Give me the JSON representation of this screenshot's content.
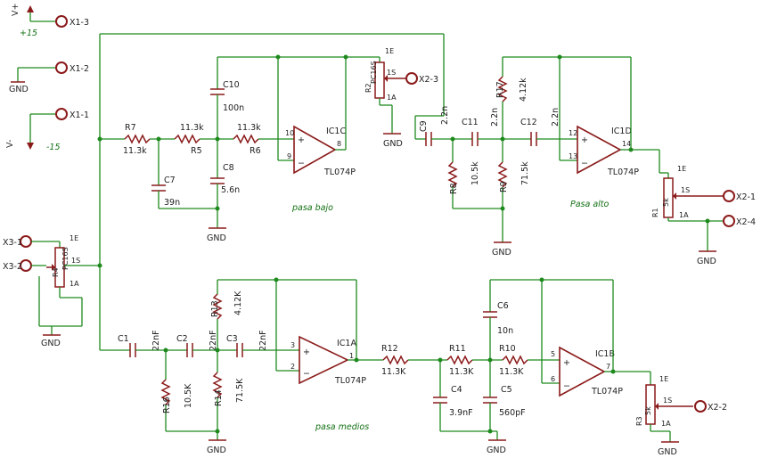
{
  "power": {
    "pos_label": "V+",
    "pos_value": "+15",
    "neg_label": "V-",
    "neg_value": "-15",
    "conn_x13": "X1-3",
    "conn_x12": "X1-2",
    "conn_x11": "X1-1",
    "gnd": "GND"
  },
  "input": {
    "conn1": "X3-1",
    "conn2": "X3-2",
    "pot_name": "R4",
    "pot_type": "PC16S",
    "pin_1e": "1E",
    "pin_1s": "1S",
    "pin_1a": "1A",
    "gnd": "GND"
  },
  "low_pass": {
    "section_label": "pasa bajo",
    "r7_name": "R7",
    "r7_value": "11.3k",
    "r5_name": "R5",
    "r5_value": "11.3k",
    "r6_name": "R6",
    "r6_value": "11.3k",
    "c7_name": "C7",
    "c7_value": "39n",
    "c8_name": "C8",
    "c8_value": "5.6n",
    "c10_name": "C10",
    "c10_value": "100n",
    "ic_name": "IC1C",
    "ic_type": "TL074P",
    "pin_in_neg": "9",
    "pin_in_pos": "10",
    "pin_out": "8",
    "gnd": "GND",
    "pot_name": "R2",
    "pot_type": "PC16S",
    "pot_1e": "1E",
    "pot_1s": "1S",
    "pot_1a": "1A",
    "conn": "X2-3",
    "pot_gnd": "GND"
  },
  "high_pass": {
    "section_label": "Pasa alto",
    "c9_name": "C9",
    "c9_value": "2.2n",
    "c11_name": "C11",
    "c11_value": "2.2n",
    "c12_name": "C12",
    "c12_value": "2.2n",
    "r17_name": "R17",
    "r17_value": "4.12k",
    "r8_name": "R8",
    "r8_value": "10.5k",
    "r9_name": "R9",
    "r9_value": "71.5k",
    "ic_name": "IC1D",
    "ic_type": "TL074P",
    "pin_in_pos": "12",
    "pin_in_neg": "13",
    "pin_out": "14",
    "gnd": "GND",
    "pot_name": "R1",
    "pot_value": "5k",
    "pot_1e": "1E",
    "pot_1s": "1S",
    "pot_1a": "1A",
    "conn1": "X2-1",
    "conn2": "X2-4",
    "pot_gnd": "GND"
  },
  "band_pass": {
    "section_label": "pasa medios",
    "c1_name": "C1",
    "c1_value": "22nF",
    "c2_name": "C2",
    "c2_value": "22nF",
    "c3_name": "C3",
    "c3_value": "22nF",
    "r13_name": "R13",
    "r13_value": "4.12K",
    "r16_name": "R16",
    "r16_value": "10.5K",
    "r14_name": "R14",
    "r14_value": "71.5K",
    "ic_a_name": "IC1A",
    "ic_a_type": "TL074P",
    "ic_a_pin_pos": "3",
    "ic_a_pin_neg": "2",
    "ic_a_pin_out": "1",
    "gnd1": "GND",
    "r12_name": "R12",
    "r12_value": "11.3K",
    "r11_name": "R11",
    "r11_value": "11.3K",
    "r10_name": "R10",
    "r10_value": "11.3K",
    "c4_name": "C4",
    "c4_value": "3.9nF",
    "c5_name": "C5",
    "c5_value": "560pF",
    "c6_name": "C6",
    "c6_value": "10n",
    "ic_b_name": "IC1B",
    "ic_b_type": "TL074P",
    "ic_b_pin_pos": "5",
    "ic_b_pin_neg": "6",
    "ic_b_pin_out": "7",
    "gnd2": "GND",
    "pot_name": "R3",
    "pot_value": "5k",
    "pot_1e": "1E",
    "pot_1s": "1S",
    "pot_1a": "1A",
    "conn": "X2-2",
    "pot_gnd": "GND"
  }
}
